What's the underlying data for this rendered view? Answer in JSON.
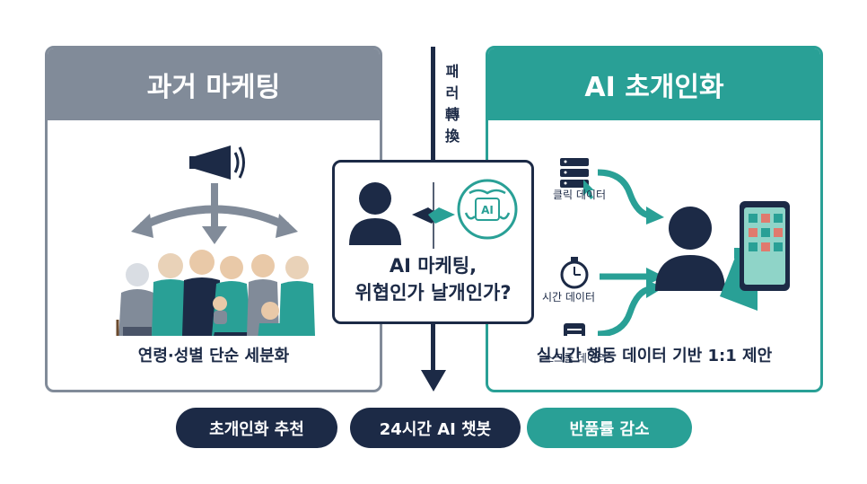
{
  "left_panel": {
    "title": "과거 마케팅",
    "caption": "연령·성별 단순 세분화"
  },
  "right_panel": {
    "title": "AI 초개인화",
    "caption": "실시간 행동 데이터 기반 1:1 제안",
    "inputs": [
      "클릭 데이터",
      "시간 데이터",
      "스크롤 데이터"
    ]
  },
  "divider": {
    "label_line1": "패러",
    "label_line2": "轉換"
  },
  "center": {
    "title_line1": "AI 마케팅,",
    "title_line2": "위협인가 날개인가?",
    "ai_chip": "AI"
  },
  "pills": [
    {
      "label": "초개인화 추천",
      "color": "#1c2a46"
    },
    {
      "label": "24시간 AI 챗봇",
      "color": "#1c2a46"
    },
    {
      "label": "반품률 감소",
      "color": "#29a096"
    }
  ],
  "colors": {
    "navy": "#1c2a46",
    "teal": "#29a096",
    "gray": "#818b99"
  }
}
